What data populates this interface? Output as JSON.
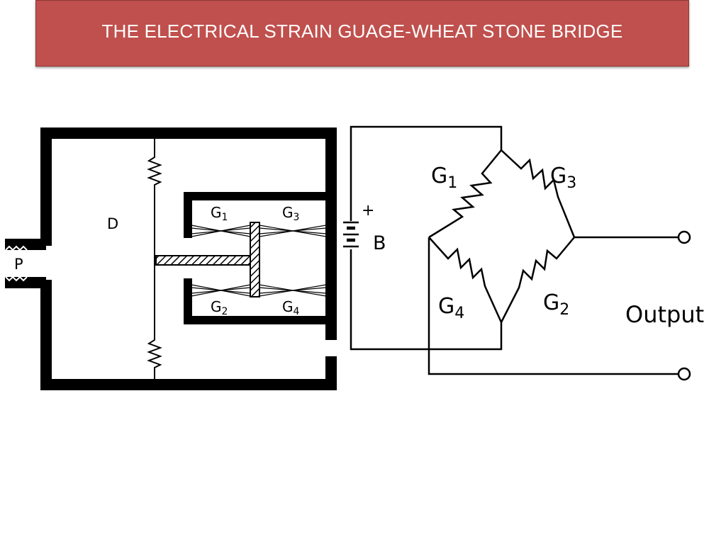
{
  "slide": {
    "title": "THE ELECTRICAL STRAIN GUAGE-WHEAT STONE BRIDGE"
  },
  "diagram": {
    "colors": {
      "title_bg": "#c0504d",
      "ink": "#000000"
    },
    "transducer": {
      "pressure_label": "P",
      "diaphragm_label": "D",
      "gauge_top_left": {
        "base": "G",
        "sub": "1"
      },
      "gauge_top_right": {
        "base": "G",
        "sub": "3"
      },
      "gauge_bottom_left": {
        "base": "G",
        "sub": "2"
      },
      "gauge_bottom_right": {
        "base": "G",
        "sub": "4"
      }
    },
    "battery": {
      "plus_label": "+",
      "label": "B"
    },
    "bridge": {
      "g1": {
        "base": "G",
        "sub": "1"
      },
      "g3": {
        "base": "G",
        "sub": "3"
      },
      "g4": {
        "base": "G",
        "sub": "4"
      },
      "g2": {
        "base": "G",
        "sub": "2"
      },
      "output_label": "Output"
    }
  }
}
